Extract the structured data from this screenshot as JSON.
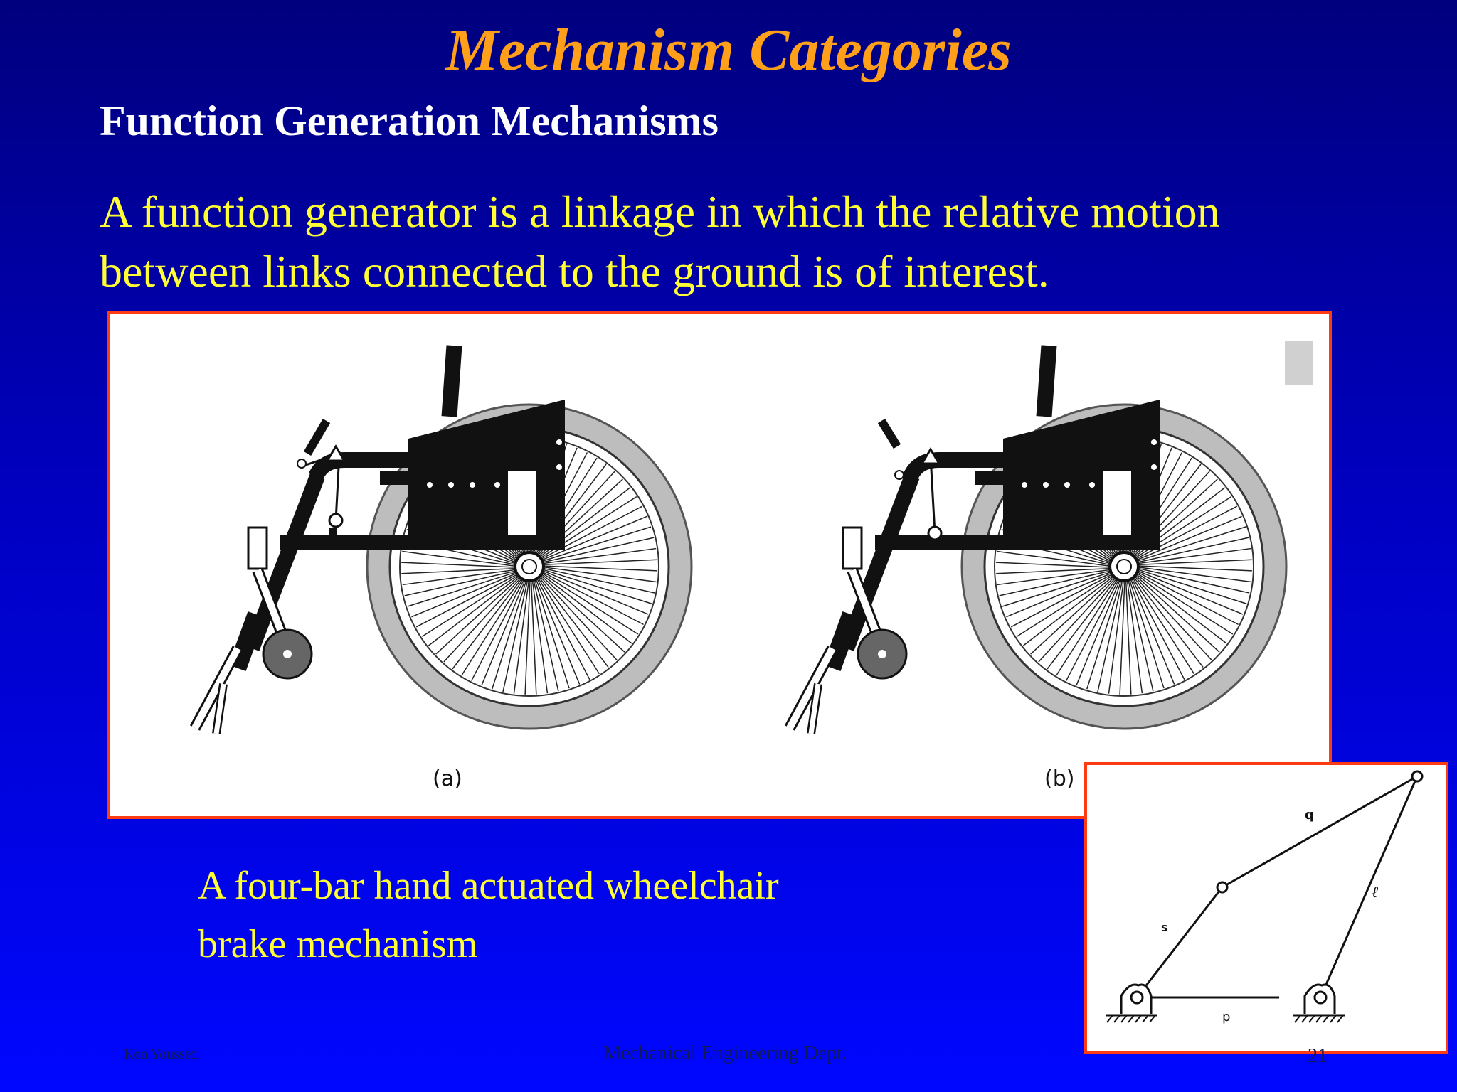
{
  "slide": {
    "title": "Mechanism Categories",
    "subtitle": "Function Generation Mechanisms",
    "body_line1": "A function generator is a linkage in which the relative motion",
    "body_line2": "between links connected to the ground is of interest.",
    "caption_line1": "A four-bar hand actuated wheelchair",
    "caption_line2": "brake mechanism"
  },
  "figure": {
    "label_a": "(a)",
    "label_b": "(b)"
  },
  "inset": {
    "link_q": "q",
    "link_l": "ℓ",
    "link_s": "s",
    "link_p": "p"
  },
  "footer": {
    "author": "Ken Youssefi",
    "department": "Mechanical Engineering Dept.",
    "page_number": "21"
  },
  "colors": {
    "title": "#ff9f1a",
    "body_text": "#ffff33",
    "frame_border": "#ff3b14",
    "background_top": "#00007e",
    "background_bottom": "#0007ff"
  }
}
